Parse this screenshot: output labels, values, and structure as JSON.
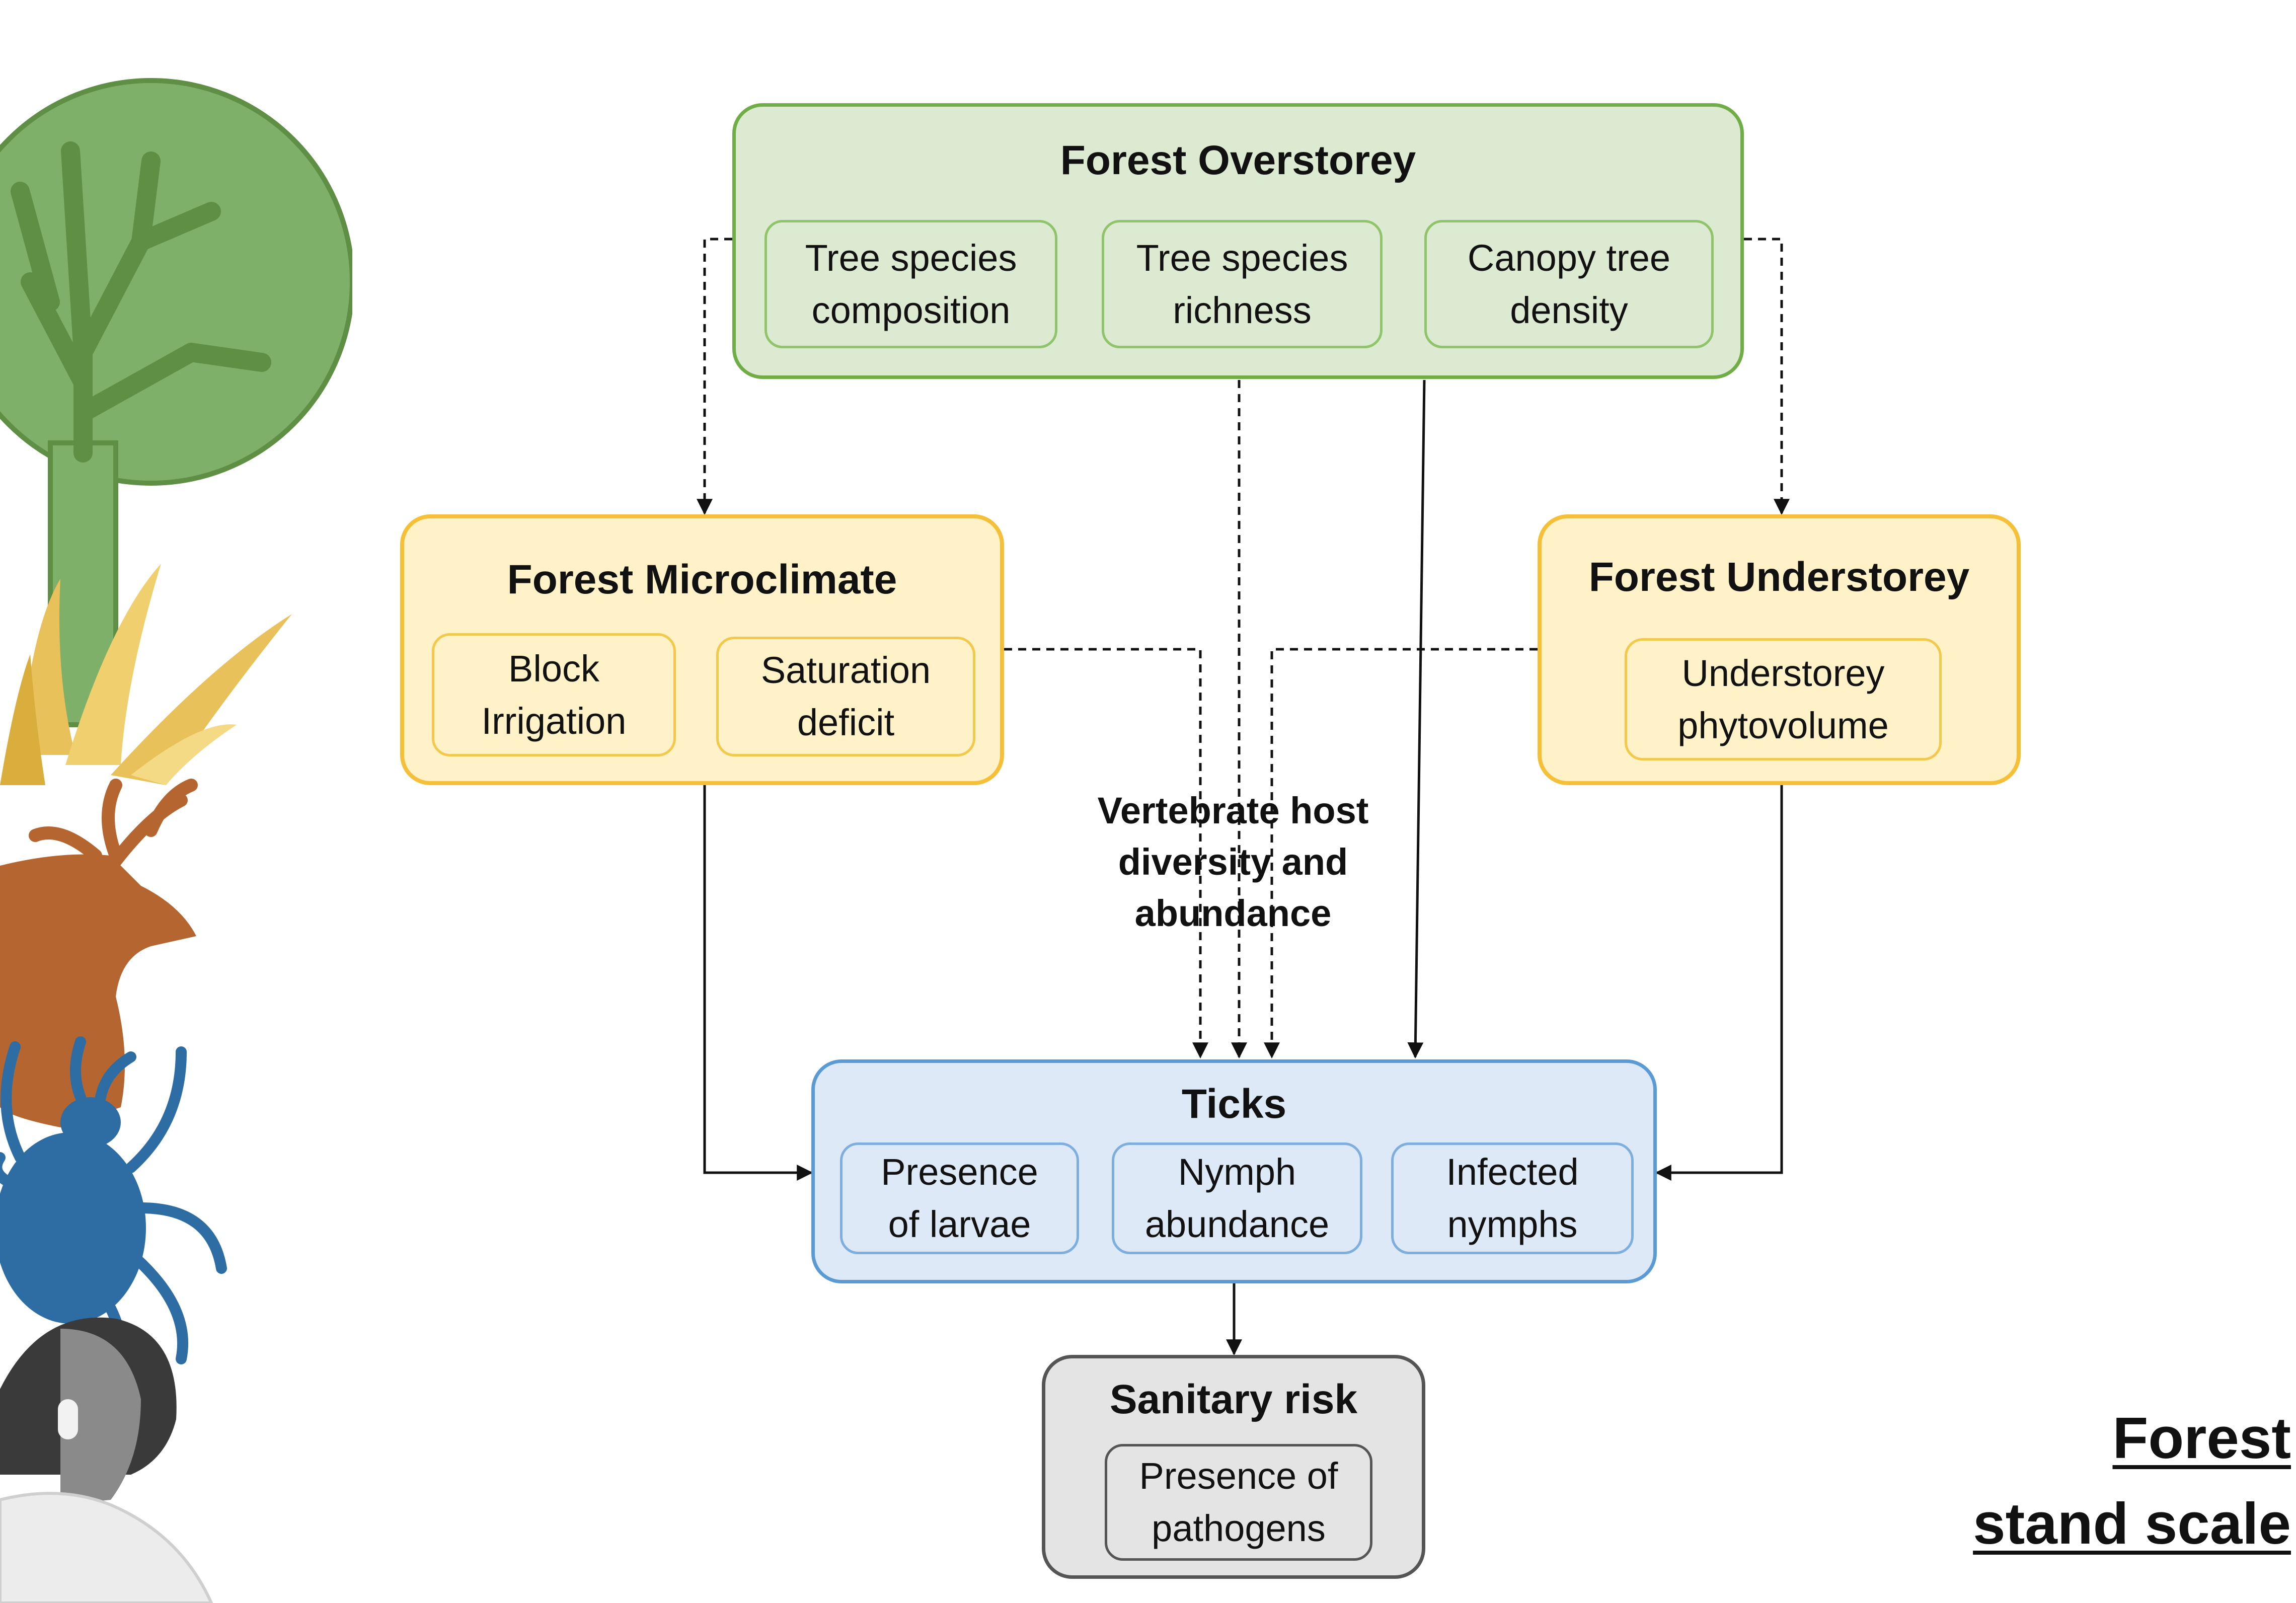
{
  "overstorey": {
    "title": "Forest Overstorey",
    "items": [
      "Tree species\ncomposition",
      "Tree species\nrichness",
      "Canopy tree\ndensity"
    ]
  },
  "microclimate": {
    "title": "Forest Microclimate",
    "items": [
      "Block\nIrrigation",
      "Saturation\ndeficit"
    ]
  },
  "understorey": {
    "title": "Forest Understorey",
    "items": [
      "Understorey\nphytovolume"
    ]
  },
  "host": {
    "label": "Vertebrate host\ndiversity and\nabundance"
  },
  "ticks": {
    "title": "Ticks",
    "items": [
      "Presence\nof larvae",
      "Nymph\nabundance",
      "Infected\nnymphs"
    ]
  },
  "sanitary": {
    "title": "Sanitary  risk",
    "items": [
      "Presence of\npathogens"
    ]
  },
  "scale": {
    "line1": "Forest",
    "line2": "stand scale"
  },
  "colors": {
    "overstorey_fill": "#dbead0",
    "overstorey_border": "#70ad47",
    "microclimate_fill": "#fff1c8",
    "microclimate_border": "#f5c038",
    "ticks_fill": "#dde9f6",
    "ticks_border": "#5b9bd5",
    "sanitary_fill": "#e4e4e4",
    "sanitary_border": "#555555",
    "tree": "#7fb069",
    "grass": "#e8c15a",
    "deer": "#b5652f",
    "tick": "#2e6da4",
    "person": "#555555"
  },
  "illustrations": [
    "tree-icon",
    "grass-icon",
    "deer-icon",
    "tick-icon",
    "person-icon"
  ]
}
